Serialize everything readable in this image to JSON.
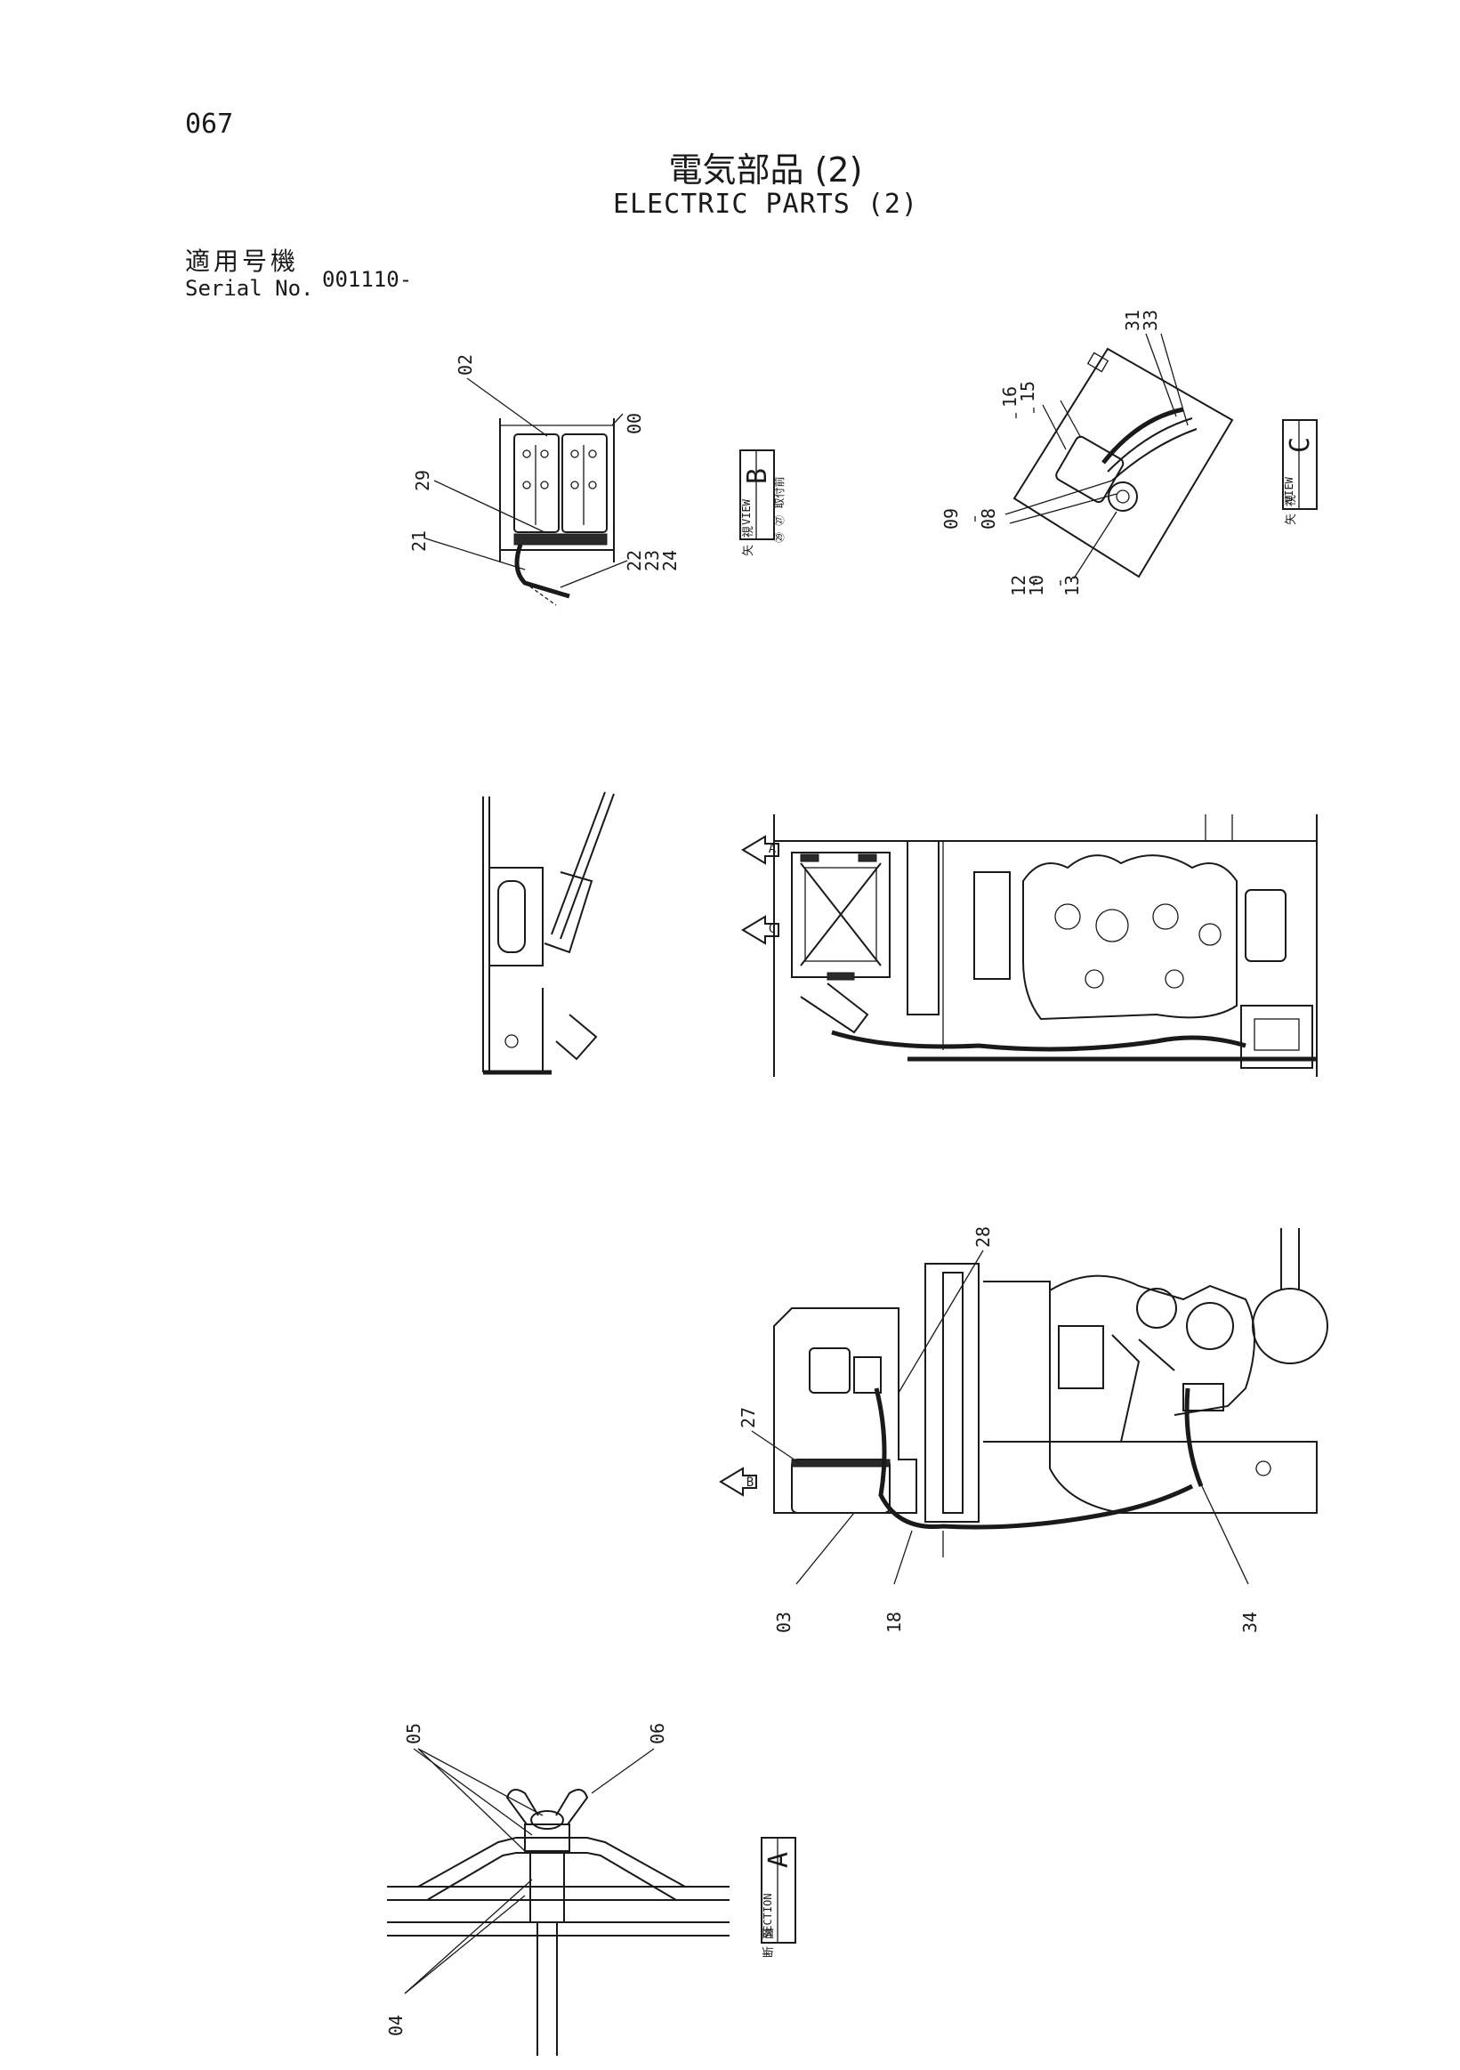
{
  "header": {
    "page_number": "067",
    "title_jp": "電気部品 (2)",
    "title_en": "ELECTRIC PARTS (2)",
    "serial_label_jp": "適用号機",
    "serial_label_en": "Serial No.",
    "serial_value": "001110-"
  },
  "views": {
    "view_b": {
      "jp": "矢 視",
      "en": "VIEW",
      "letter": "B",
      "note": "㉙ ㉗ 取付前"
    },
    "view_c": {
      "jp": "矢 視",
      "en": "VIEW",
      "letter": "C"
    },
    "section_a": {
      "jp": "断 面",
      "en": "SECTION",
      "letter": "A"
    }
  },
  "markers": {
    "a": "A",
    "c": "C",
    "b": "B"
  },
  "callouts": {
    "c00": "00",
    "c02": "02",
    "c29": "29",
    "c21": "21",
    "c22": "22",
    "c23": "23",
    "c24": "24",
    "c16": "16",
    "c15": "15",
    "c31": "31",
    "c33": "33",
    "c09": "09",
    "c08": "08",
    "c12": "12",
    "c10": "10",
    "c13": "13",
    "c28": "28",
    "c27": "27",
    "c03": "03",
    "c18": "18",
    "c34": "34",
    "c05": "05",
    "c06": "06",
    "c04": "04"
  }
}
